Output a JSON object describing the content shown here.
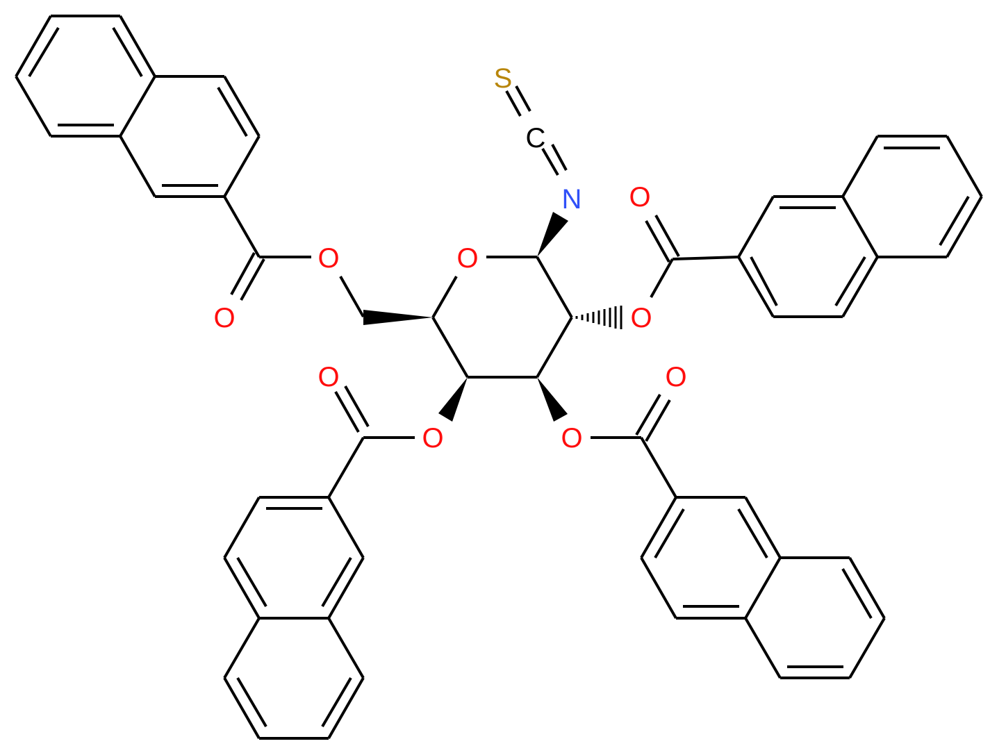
{
  "molecule": {
    "name": "2,3,4,6-tetra-O-(2-naphthoyl)-glucopyranosyl isothiocyanate",
    "colors": {
      "bond": "#000000",
      "oxygen": "#ff0d0d",
      "nitrogen": "#3050f8",
      "sulfur": "#b8860b",
      "carbon": "#000000"
    },
    "labels": {
      "ring_oxygen": "O",
      "isothiocyanate_s": "S",
      "isothiocyanate_c": "C",
      "isothiocyanate_n": "N",
      "c6_ester_o": "O",
      "c6_carbonyl_o": "O",
      "c2_ester_o": "O",
      "c2_carbonyl_o": "O",
      "c4_ester_o": "O",
      "c4_carbonyl_o": "O",
      "c3_ester_o": "O",
      "c3_carbonyl_o": "O"
    },
    "substituents": [
      {
        "position": "C1",
        "group": "isothiocyanate",
        "stereo": "wedge"
      },
      {
        "position": "C2",
        "group": "2-naphthoate ester",
        "stereo": "hash"
      },
      {
        "position": "C3",
        "group": "2-naphthoate ester",
        "stereo": "wedge"
      },
      {
        "position": "C4",
        "group": "2-naphthoate ester",
        "stereo": "wedge"
      },
      {
        "position": "C6",
        "group": "2-naphthoate ester (via CH2, wedge at C5)",
        "stereo": "wedge"
      }
    ]
  }
}
